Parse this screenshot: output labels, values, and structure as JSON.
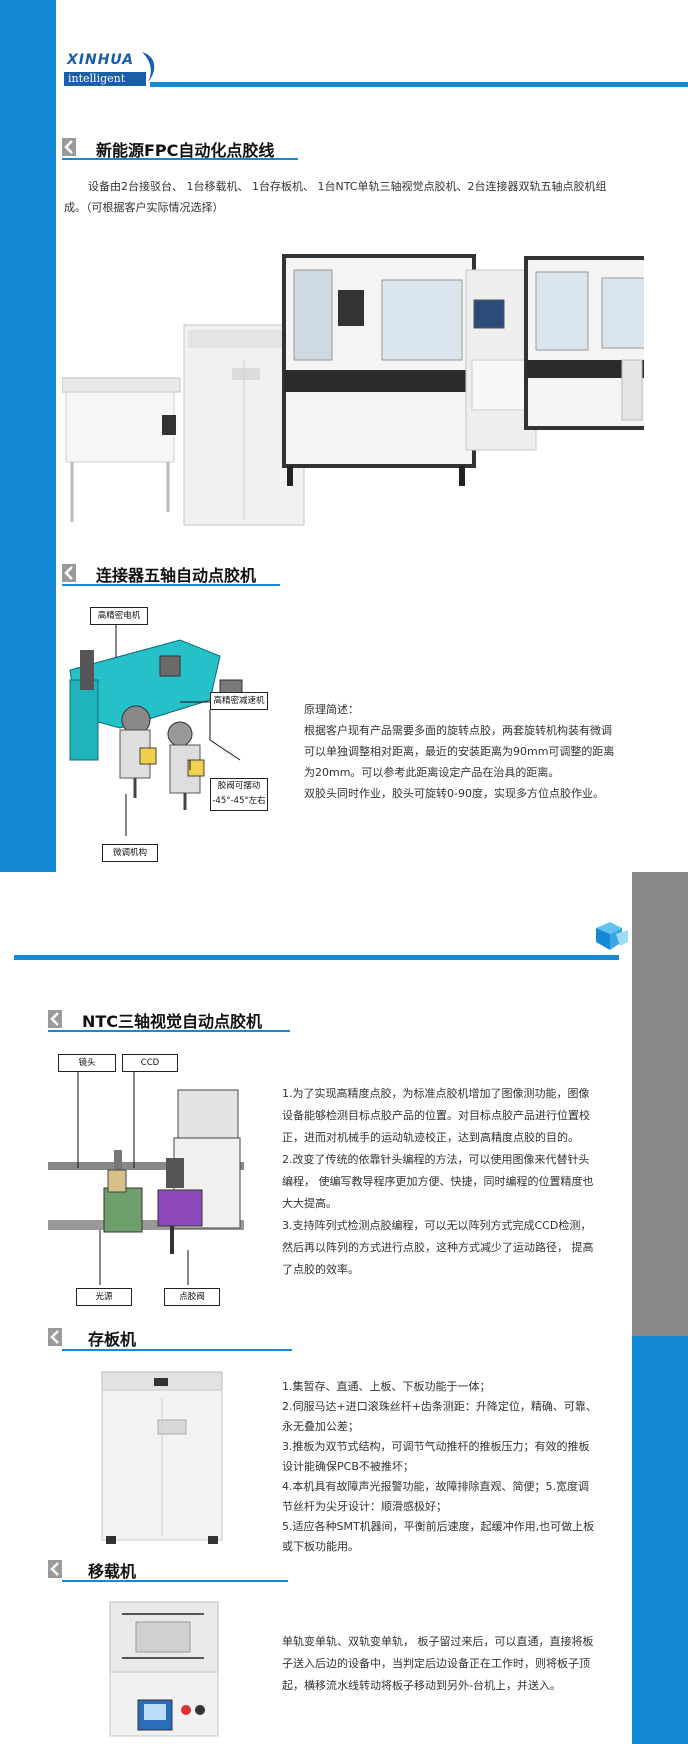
{
  "brand": {
    "logo_main": "XINHUA",
    "logo_sub": "intelligent"
  },
  "sections": {
    "fpc_line": {
      "title": "新能源FPC自动化点胶线",
      "description_line1": "设备由2台接驳台、 1台移载机、 1台存板机、 1台NTC单轨三轴视觉点胶机、2台连接器双轨五轴点胶机组",
      "description_line2": "成。（可根据客户实际情况选择）"
    },
    "five_axis": {
      "title": "连接器五轴自动点胶机",
      "callouts": {
        "motor": "高精密电机",
        "reducer": "高精密减速机",
        "valve_line1": "胶阀可摆动",
        "valve_line2": "-45°-45°左右",
        "fine_tune": "微调机构"
      },
      "text": [
        "原理简述：",
        "根据客户现有产品需要多面的旋转点胶，两套旋转机构装有微调",
        "可以单独调整相对距离，最近的安装距离为90mm可调整的距离",
        "为20mm。可以参考此距离设定产品在治具的距离。",
        "双胶头同时作业，胶头可旋转0-90度，实现多方位点胶作业。"
      ]
    },
    "ntc": {
      "title": "NTC三轴视觉自动点胶机",
      "callouts": {
        "head": "镜头",
        "ccd": "CCD",
        "light": "光源",
        "valve": "点胶阀"
      },
      "text": [
        "1.为了实现高精度点胶，为标准点胶机增加了图像测功能，图像",
        "设备能够检测目标点胶产品的位置。对目标点胶产品进行位置校",
        "正，进而对机械手的运动轨迹校正，达到高精度点胶的目的。",
        "2.改变了传统的依靠针头编程的方法，可以使用图像来代替针头",
        "编程， 使编写教导程序更加方便、快捷，同时编程的位置精度也",
        "大大提高。",
        "3.支持阵列式检测点胶编程，可以无以阵列方式完成CCD检测，",
        "然后再以阵列的方式进行点胶，这种方式减少了运动路径， 提高",
        "了点胶的效率。"
      ]
    },
    "storage": {
      "title": "存板机",
      "text": [
        "1.集暂存、直通、上板、下板功能于一体；",
        "2.伺服马达+进口滚珠丝杆+齿条测距：升降定位，精确、可靠、",
        "永无叠加公差；",
        "3.推板为双节式结构，可调节气动推杆的推板压力；有效的推板",
        "设计能确保PCB不被推坏；",
        "4.本机具有故障声光报警功能，故障排除直观、简便；5.宽度调",
        "节丝杆为尖牙设计：顺滑感极好；",
        "5.适应各种SMT机器间，平衡前后速度，起缓冲作用,也可做上板",
        "或下板功能用。"
      ]
    },
    "transfer": {
      "title": "移载机",
      "text": [
        "单轨变单轨、双轨变单轨， 板子留过来后，可以直通，直接将板",
        "子送入后边的设备中，当判定后边设备正在工作时，则将板子顶",
        "起，横移流水线转动将板子移动到另外-台机上，并送入。"
      ]
    }
  }
}
